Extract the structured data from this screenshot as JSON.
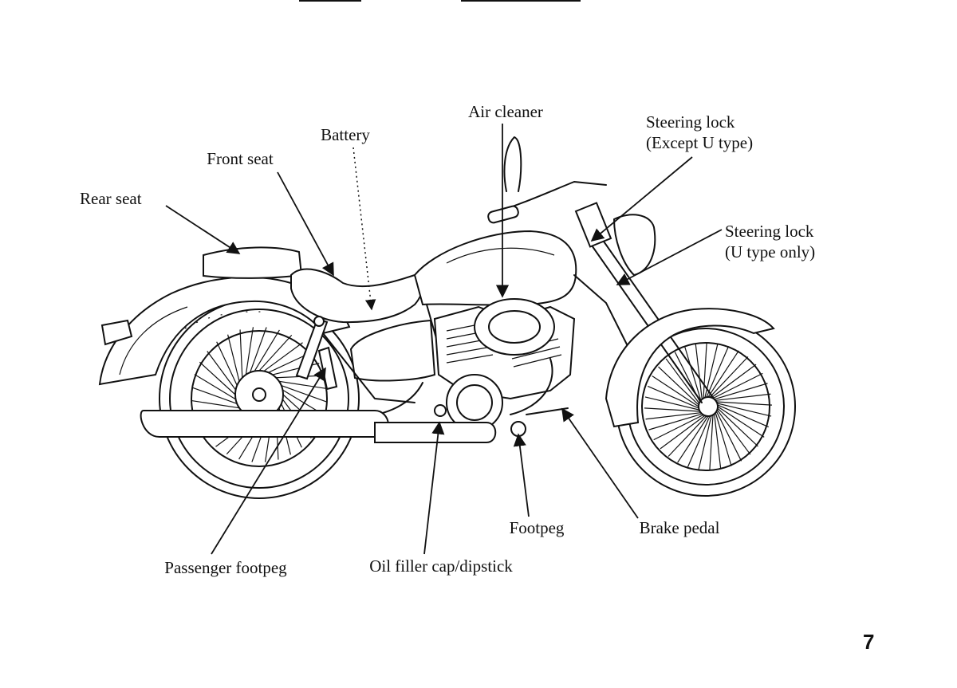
{
  "labels": {
    "air_cleaner": "Air cleaner",
    "steering_lock_except_line1": "Steering lock",
    "steering_lock_except_line2": "(Except U type)",
    "battery": "Battery",
    "front_seat": "Front seat",
    "rear_seat": "Rear seat",
    "steering_lock_u_line1": "Steering lock",
    "steering_lock_u_line2": "(U type only)",
    "footpeg": "Footpeg",
    "brake_pedal": "Brake pedal",
    "passenger_footpeg": "Passenger footpeg",
    "oil_filler": "Oil filler cap/dipstick"
  },
  "page_number": "7"
}
